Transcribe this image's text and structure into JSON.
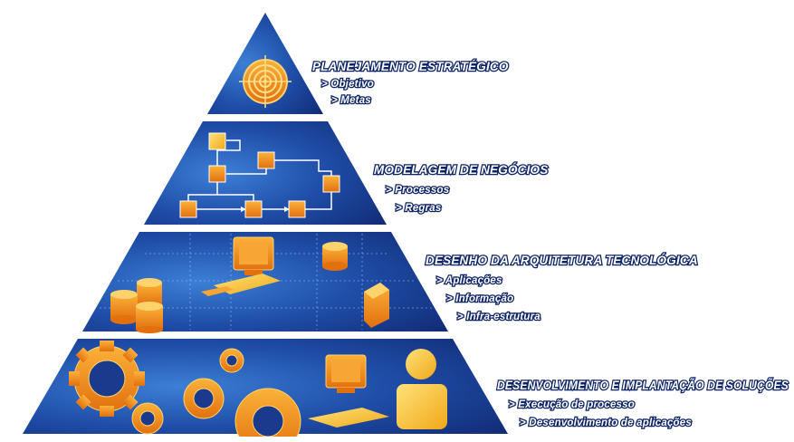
{
  "levels": [
    {
      "title": "PLANEJAMENTO ESTRATÉGICO",
      "icon": "target-icon",
      "items": [
        "> Objetivo",
        "> Metas"
      ]
    },
    {
      "title": "MODELAGEM DE NEGÓCIOS",
      "icon": "flowchart-icon",
      "items": [
        "> Processos",
        "> Regras"
      ]
    },
    {
      "title": "DESENHO DA  ARQUITETURA TECNOLÓGICA",
      "icon": "computer-database-icon",
      "items": [
        "> Aplicações",
        "> Informação",
        "> Infra-estrutura"
      ]
    },
    {
      "title": "DESENVOLVIMENTO E IMPLANTAÇÃO DE SOLUÇÕES",
      "icon": "gears-user-icon",
      "items": [
        "> Execução de processo",
        "> Desenvolvimento de aplicações"
      ]
    }
  ],
  "colors": {
    "band_dark": "#14307f",
    "band_light": "#2a6ac4",
    "accent_orange": "#f08a1e",
    "accent_yellow": "#f7c21c",
    "separator": "#ffffff",
    "label_outline": "#0d2466"
  }
}
